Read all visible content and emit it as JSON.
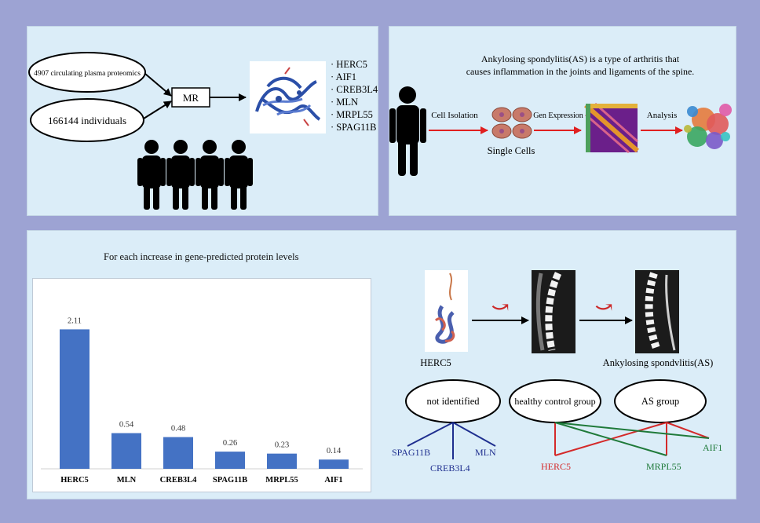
{
  "panel_mr": {
    "input1": "4907 circulating plasma proteomics",
    "input2": "166144 individuals",
    "method": "MR",
    "genes": [
      "HERC5",
      "AIF1",
      "CREB3L4",
      "MLN",
      "MRPL55",
      "SPAG11B"
    ]
  },
  "panel_sc": {
    "description_line1": "Ankylosing spondylitis(AS) is a type of arthritis that",
    "description_line2": "causes inflammation in the joints and ligaments of the spine.",
    "step1": "Cell Isolation",
    "step2": "Gen Expression",
    "step3": "Analysis",
    "cells_label": "Single Cells"
  },
  "chart_title": "For each increase in gene-predicted protein levels",
  "chart_data": {
    "type": "bar",
    "categories": [
      "HERC5",
      "MLN",
      "CREB3L4",
      "SPAG11B",
      "MRPL55",
      "AIF1"
    ],
    "values": [
      2.11,
      0.54,
      0.48,
      0.26,
      0.23,
      0.14
    ],
    "value_labels": [
      "2.11",
      "0.54",
      "0.48",
      "0.26",
      "0.23",
      "0.14"
    ],
    "ylim": [
      0,
      2.4
    ],
    "bar_color": "#4472c4",
    "grid": false
  },
  "progression": {
    "protein_label": "HERC5",
    "disease_label": "Ankylosing spondvlitis(AS)"
  },
  "groups": {
    "not_identified": "not identified",
    "healthy": "healthy control group",
    "as_group": "AS group",
    "spag11b": "SPAG11B",
    "mln": "MLN",
    "creb3l4": "CREB3L4",
    "herc5": "HERC5",
    "mrpl55": "MRPL55",
    "aif1": "AIF1"
  },
  "colors": {
    "navy": "#1f2f8f",
    "red": "#d42a2a",
    "green": "#1f7a3a",
    "arrow_red": "#e02020"
  }
}
